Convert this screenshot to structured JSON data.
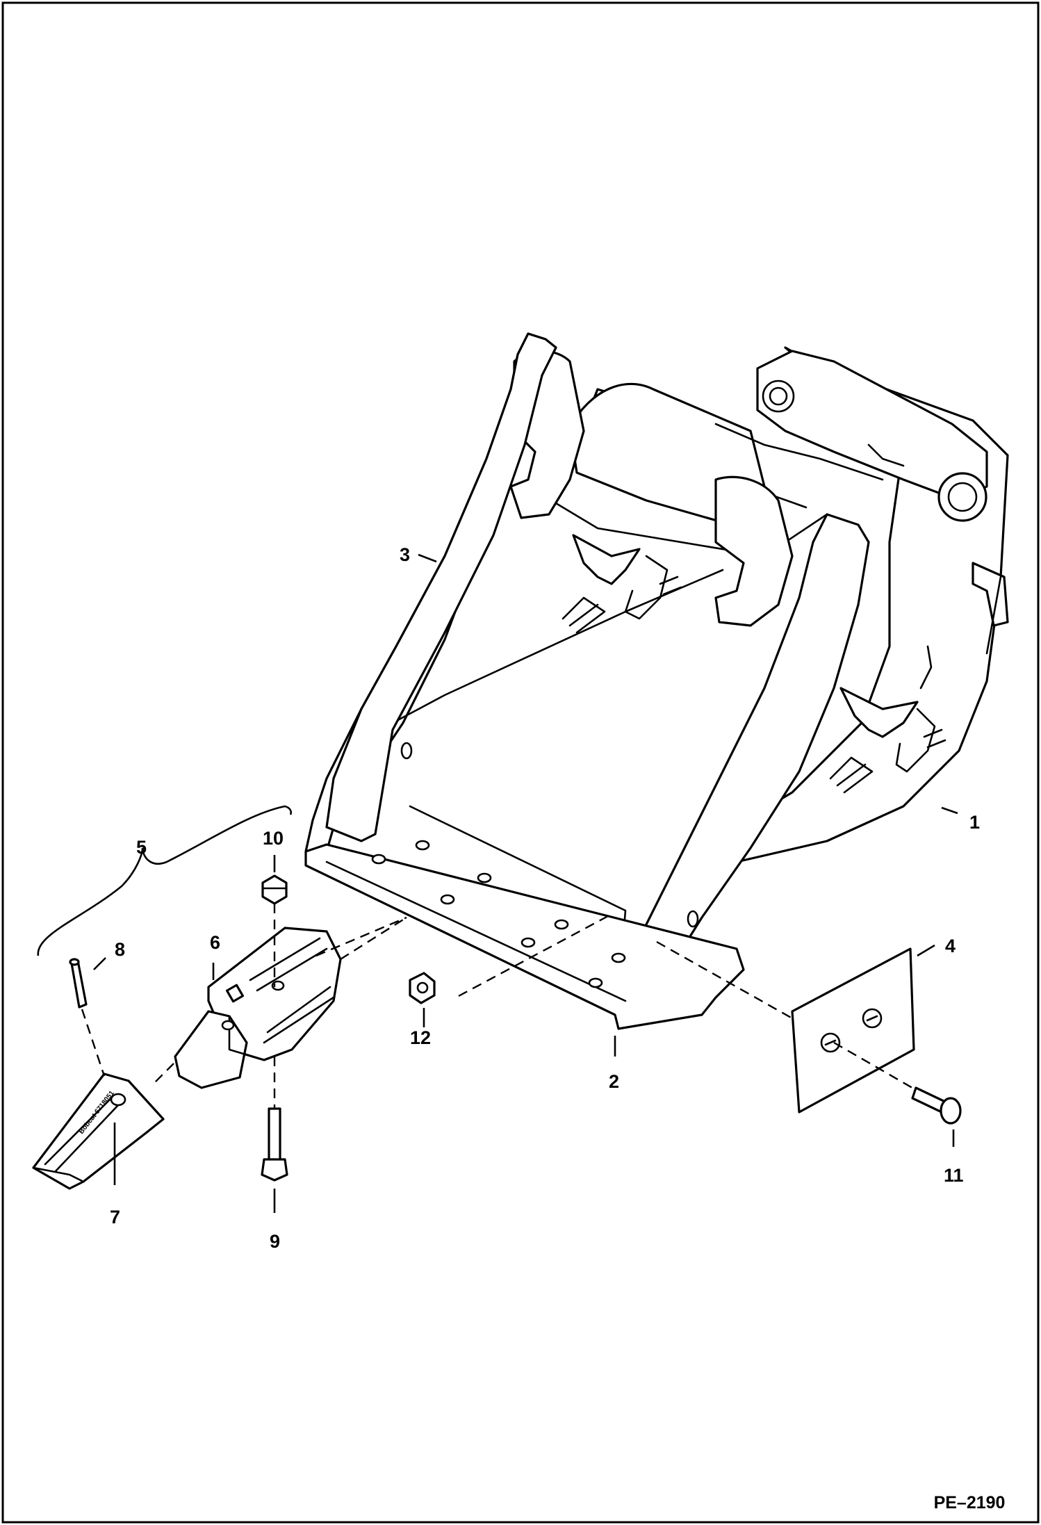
{
  "diagram": {
    "figure_id": "PE–2190",
    "callouts": [
      {
        "key": "c1",
        "label": "1"
      },
      {
        "key": "c2",
        "label": "2"
      },
      {
        "key": "c3",
        "label": "3"
      },
      {
        "key": "c4",
        "label": "4"
      },
      {
        "key": "c5",
        "label": "5"
      },
      {
        "key": "c6",
        "label": "6"
      },
      {
        "key": "c7",
        "label": "7"
      },
      {
        "key": "c8",
        "label": "8"
      },
      {
        "key": "c9",
        "label": "9"
      },
      {
        "key": "c10",
        "label": "10"
      },
      {
        "key": "c11",
        "label": "11"
      },
      {
        "key": "c12",
        "label": "12"
      }
    ],
    "tooth_stamp": "Bobcat 6718051",
    "parts": [
      {
        "label": "1",
        "name": "bucket-body-icon"
      },
      {
        "label": "2",
        "name": "cutting-edge-icon"
      },
      {
        "label": "3",
        "name": "side-wear-strip-icon"
      },
      {
        "label": "4",
        "name": "side-cutter-icon"
      },
      {
        "label": "5",
        "name": "tooth-assembly-bracket"
      },
      {
        "label": "6",
        "name": "tooth-shank-icon"
      },
      {
        "label": "7",
        "name": "tooth-tip-icon"
      },
      {
        "label": "8",
        "name": "roll-pin-icon"
      },
      {
        "label": "9",
        "name": "bolt-icon"
      },
      {
        "label": "10",
        "name": "hex-nut-icon"
      },
      {
        "label": "11",
        "name": "plow-bolt-icon"
      },
      {
        "label": "12",
        "name": "nut-icon"
      }
    ]
  }
}
